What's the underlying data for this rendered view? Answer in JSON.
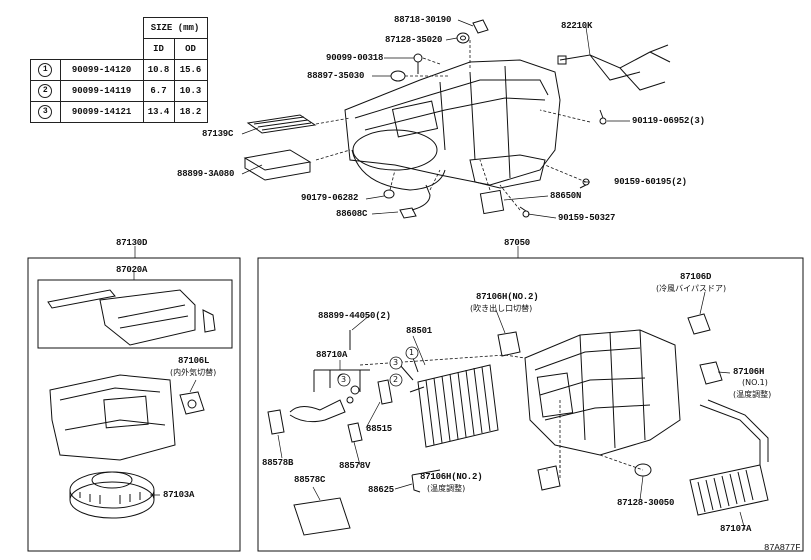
{
  "size_table": {
    "header": "SIZE (mm)",
    "col_id": "ID",
    "col_od": "OD",
    "rows": [
      {
        "mark": "1",
        "part": "90099-14120",
        "id": "10.8",
        "od": "15.6"
      },
      {
        "mark": "2",
        "part": "90099-14119",
        "id": "6.7",
        "od": "10.3"
      },
      {
        "mark": "3",
        "part": "90099-14121",
        "id": "13.4",
        "od": "18.2"
      }
    ]
  },
  "labels": {
    "p88718_30190": "88718-30190",
    "p87128_35020": "87128-35020",
    "p90099_00318": "90099-00318",
    "p88897_35030": "88897-35030",
    "p82210K": "82210K",
    "p90119_06952": "90119-06952(3)",
    "p87139C": "87139C",
    "p88899_3A080": "88899-3A080",
    "p90179_06282": "90179-06282",
    "p88608C": "88608C",
    "p88650N": "88650N",
    "p90159_60195": "90159-60195(2)",
    "p90159_50327": "90159-50327",
    "p87130D": "87130D",
    "p87050": "87050",
    "p87020A": "87020A",
    "p87106L": "87106L",
    "p87106L_jp": "(内外気切替)",
    "p87103A": "87103A",
    "p88899_44050": "88899-44050(2)",
    "p88710A": "88710A",
    "p88501": "88501",
    "p88515": "88515",
    "p88578B": "88578B",
    "p88578V": "88578V",
    "p88578C": "88578C",
    "p88625": "88625",
    "p87106H_no2_top": "87106H(NO.2)",
    "p87106H_no2_top_jp": "(吹き出し口切替)",
    "p87106H_no2_bot": "87106H(NO.2)",
    "p87106H_no2_bot_jp": "(温度調整)",
    "p87106D": "87106D",
    "p87106D_jp": "(冷風バイパスドア)",
    "p87106H": "87106H",
    "p87106H_no1": "(NO.1)",
    "p87106H_no1_jp": "(温度調整)",
    "p87128_30050": "87128-30050",
    "p87107A": "87107A",
    "callout_1": "1",
    "callout_2": "2",
    "callout_3": "3",
    "diagram_code": "87A877F"
  }
}
